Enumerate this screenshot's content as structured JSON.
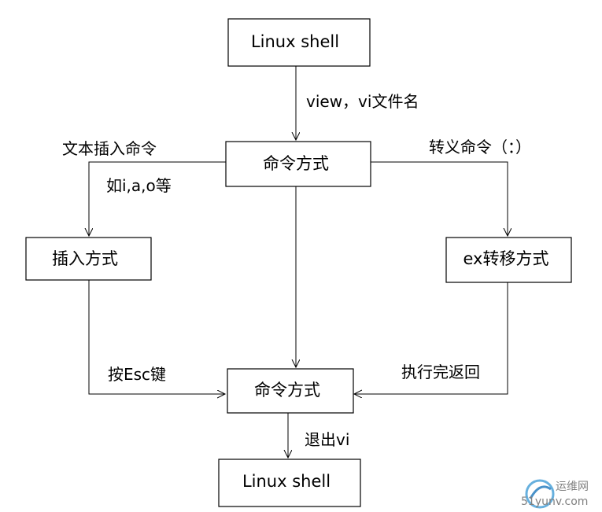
{
  "nodes": {
    "top_shell": "Linux  shell",
    "command_mode_top": "命令方式",
    "insert_mode": "插入方式",
    "ex_mode": "ex转移方式",
    "command_mode_bottom": "命令方式",
    "bottom_shell": "Linux  shell"
  },
  "edges": {
    "shell_to_command": "view，vi文件名",
    "text_insert": "文本插入命令",
    "insert_examples": "如i,a,o等",
    "transfer": "转义命令（：）",
    "esc_key": "按Esc键",
    "execute_return": "执行完返回",
    "exit_vi": "退出vi"
  },
  "watermark": {
    "cn": "运维网",
    "site": "51yunv.com"
  }
}
